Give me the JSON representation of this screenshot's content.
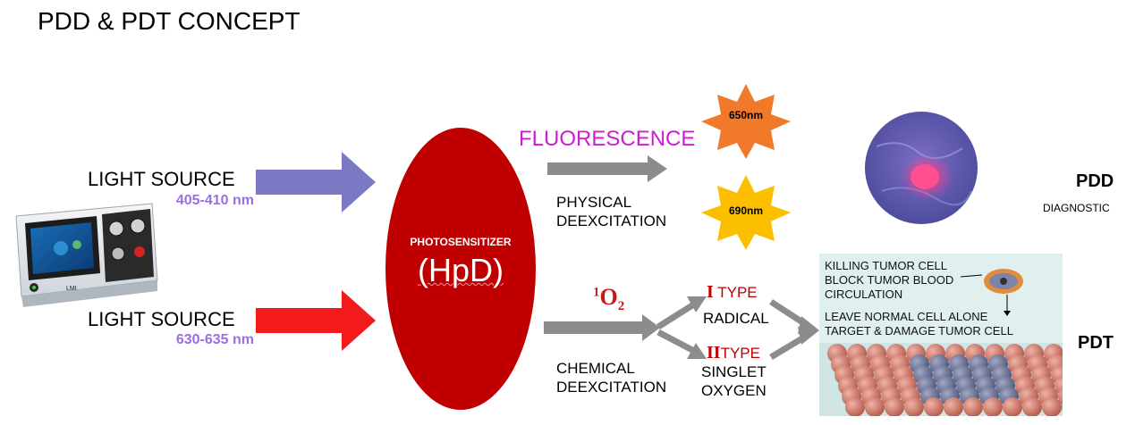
{
  "title": "PDD & PDT CONCEPT",
  "light_sources": [
    {
      "label": "LIGHT SOURCE",
      "wavelength": "405-410 nm",
      "arrow_color": "#7b79c4"
    },
    {
      "label": "LIGHT SOURCE",
      "wavelength": "630-635 nm",
      "arrow_color": "#f21a1a"
    }
  ],
  "photosensitizer": {
    "label": "PHOTOSENSITIZER",
    "name": "(HpD)",
    "color": "#c00000"
  },
  "fluorescence": {
    "label": "FLUORESCENCE",
    "color": "#d11ad1"
  },
  "physical_deexcitation": {
    "line1": "PHYSICAL",
    "line2": "DEEXCITATION"
  },
  "chemical_deexcitation": {
    "line1": "CHEMICAL",
    "line2": "DEEXCITATION"
  },
  "oxygen": {
    "superscript": "1",
    "base": "O",
    "subscript": "2"
  },
  "type1": {
    "numeral": "I",
    "label": "TYPE",
    "result": "RADICAL"
  },
  "type2": {
    "numeral": "II",
    "label": "TYPE",
    "result_line1": "SINGLET",
    "result_line2": "OXYGEN"
  },
  "emissions": [
    {
      "label": "650nm",
      "color": "#f07a2a"
    },
    {
      "label": "690nm",
      "color": "#fbbf00"
    }
  ],
  "pdd": {
    "label": "PDD",
    "sublabel": "DIAGNOSTIC"
  },
  "pdt": {
    "label": "PDT"
  },
  "pdt_effects": [
    "KILLING TUMOR CELL",
    "BLOCK TUMOR BLOOD",
    "CIRCULATION",
    "LEAVE NORMAL CELL ALONE",
    "TARGET & DAMAGE TUMOR CELL"
  ],
  "device": {
    "brand": "LMI"
  }
}
